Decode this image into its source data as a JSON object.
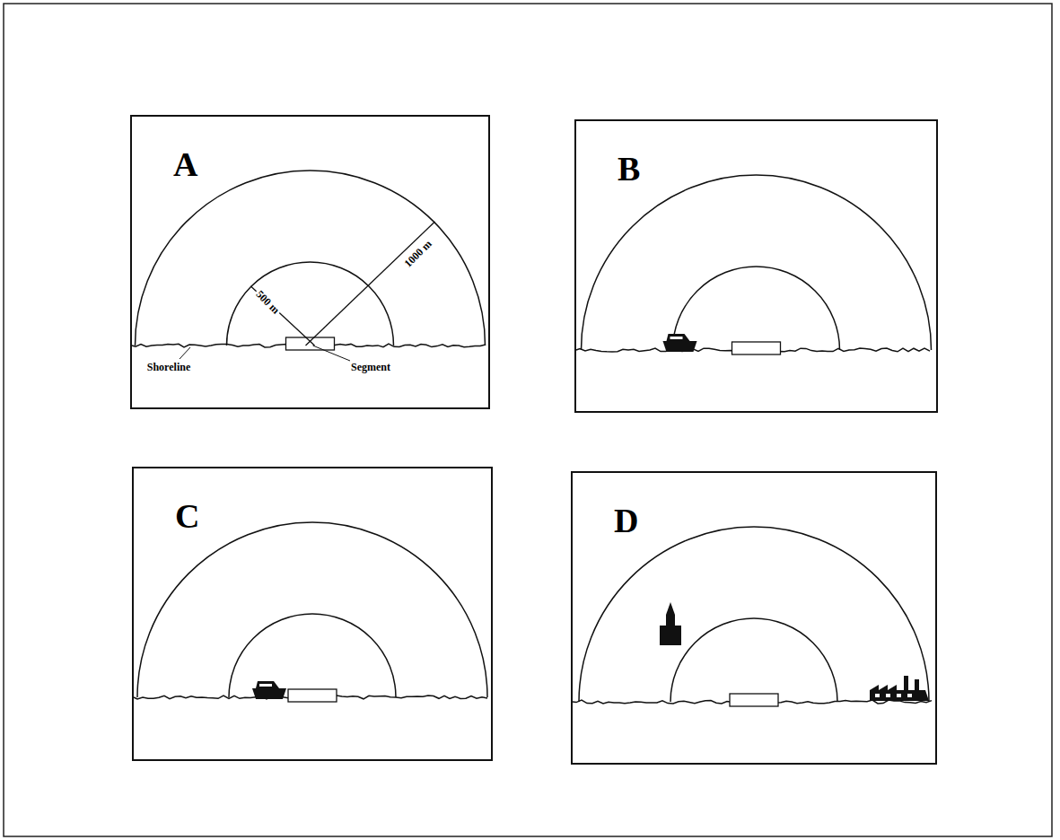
{
  "diagram": {
    "nodes": [
      {
        "text": [
          "A"
        ]
      },
      {
        "text": [
          "B"
        ]
      },
      {
        "text": [
          "C"
        ]
      },
      {
        "text": [
          "D"
        ]
      }
    ],
    "labels": [
      "1000 m",
      "500 m",
      "Shoreline",
      "Segment"
    ]
  }
}
